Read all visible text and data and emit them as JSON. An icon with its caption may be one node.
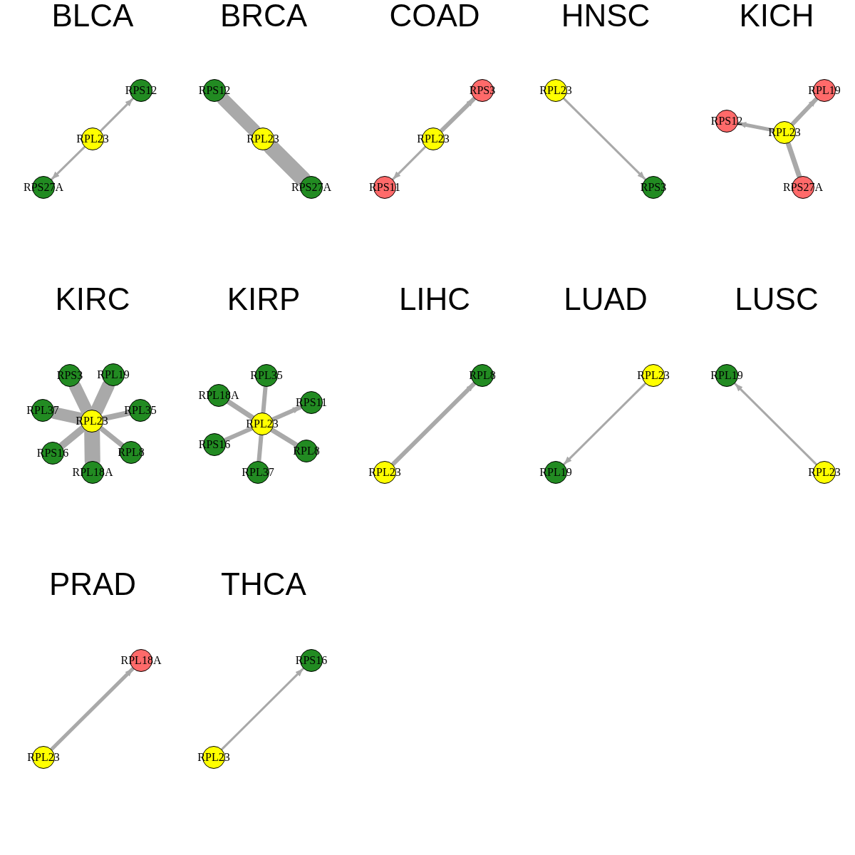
{
  "diagram": {
    "nodes": [
      {
        "text": [
          "RPS12"
        ]
      },
      {
        "text": [
          "RPL23"
        ]
      },
      {
        "text": [
          "RPS27A"
        ]
      },
      {
        "text": [
          "RPS12"
        ]
      },
      {
        "text": [
          "RPL23"
        ]
      },
      {
        "text": [
          "RPS27A"
        ]
      },
      {
        "text": [
          "RPS3"
        ]
      },
      {
        "text": [
          "RPL23"
        ]
      },
      {
        "text": [
          "RPS11"
        ]
      },
      {
        "text": [
          "RPL23"
        ]
      },
      {
        "text": [
          "RPS3"
        ]
      },
      {
        "text": [
          "RPL19"
        ]
      },
      {
        "text": [
          "RPS12"
        ]
      },
      {
        "text": [
          "RPL23"
        ]
      },
      {
        "text": [
          "RPS27A"
        ]
      },
      {
        "text": [
          "RPS3"
        ]
      },
      {
        "text": [
          "RPL19"
        ]
      },
      {
        "text": [
          "RPL37"
        ]
      },
      {
        "text": [
          "RPL35"
        ]
      },
      {
        "text": [
          "RPL23"
        ]
      },
      {
        "text": [
          "RPS16"
        ]
      },
      {
        "text": [
          "RPL8"
        ]
      },
      {
        "text": [
          "RPL18A"
        ]
      },
      {
        "text": [
          "RPL35"
        ]
      },
      {
        "text": [
          "RPL18A"
        ]
      },
      {
        "text": [
          "RPS11"
        ]
      },
      {
        "text": [
          "RPL23"
        ]
      },
      {
        "text": [
          "RPS16"
        ]
      },
      {
        "text": [
          "RPL8"
        ]
      },
      {
        "text": [
          "RPL37"
        ]
      },
      {
        "text": [
          "RPL8"
        ]
      },
      {
        "text": [
          "RPL23"
        ]
      },
      {
        "text": [
          "RPL23"
        ]
      },
      {
        "text": [
          "RPL19"
        ]
      },
      {
        "text": [
          "RPL19"
        ]
      },
      {
        "text": [
          "RPL23"
        ]
      },
      {
        "text": [
          "RPL18A"
        ]
      },
      {
        "text": [
          "RPL23"
        ]
      },
      {
        "text": [
          "RPS16"
        ]
      },
      {
        "text": [
          "RPL23"
        ]
      }
    ],
    "edges": [
      {
        "from": 1,
        "to": 0,
        "arrow": "to"
      },
      {
        "from": 1,
        "to": 2,
        "arrow": "to"
      },
      {
        "from": 4,
        "to": 3,
        "arrow": "none",
        "style": "thick"
      },
      {
        "from": 4,
        "to": 5,
        "arrow": "none",
        "style": "thick"
      },
      {
        "from": 7,
        "to": 6,
        "arrow": "to"
      },
      {
        "from": 7,
        "to": 8,
        "arrow": "to"
      },
      {
        "from": 9,
        "to": 10,
        "arrow": "to"
      },
      {
        "from": 13,
        "to": 11,
        "arrow": "to"
      },
      {
        "from": 13,
        "to": 12,
        "arrow": "to"
      },
      {
        "from": 13,
        "to": 14,
        "arrow": "none"
      },
      {
        "from": 19,
        "to": 15,
        "arrow": "none",
        "style": "thick"
      },
      {
        "from": 19,
        "to": 16,
        "arrow": "none",
        "style": "thick"
      },
      {
        "from": 19,
        "to": 17,
        "arrow": "none",
        "style": "thick"
      },
      {
        "from": 19,
        "to": 18,
        "arrow": "none"
      },
      {
        "from": 19,
        "to": 20,
        "arrow": "none"
      },
      {
        "from": 19,
        "to": 21,
        "arrow": "none"
      },
      {
        "from": 19,
        "to": 22,
        "arrow": "none",
        "style": "thick"
      },
      {
        "from": 26,
        "to": 23,
        "arrow": "none"
      },
      {
        "from": 26,
        "to": 24,
        "arrow": "none"
      },
      {
        "from": 26,
        "to": 25,
        "arrow": "to"
      },
      {
        "from": 26,
        "to": 27,
        "arrow": "none"
      },
      {
        "from": 26,
        "to": 28,
        "arrow": "none"
      },
      {
        "from": 26,
        "to": 29,
        "arrow": "none"
      },
      {
        "from": 31,
        "to": 30,
        "arrow": "to"
      },
      {
        "from": 32,
        "to": 33,
        "arrow": "to"
      },
      {
        "from": 35,
        "to": 34,
        "arrow": "to"
      },
      {
        "from": 37,
        "to": 36,
        "arrow": "to"
      },
      {
        "from": 39,
        "to": 38,
        "arrow": "to"
      }
    ],
    "labels": [
      "BLCA",
      "BRCA",
      "COAD",
      "HNSC",
      "KICH",
      "KIRC",
      "KIRP",
      "LIHC",
      "LUAD",
      "LUSC",
      "PRAD",
      "THCA"
    ]
  }
}
